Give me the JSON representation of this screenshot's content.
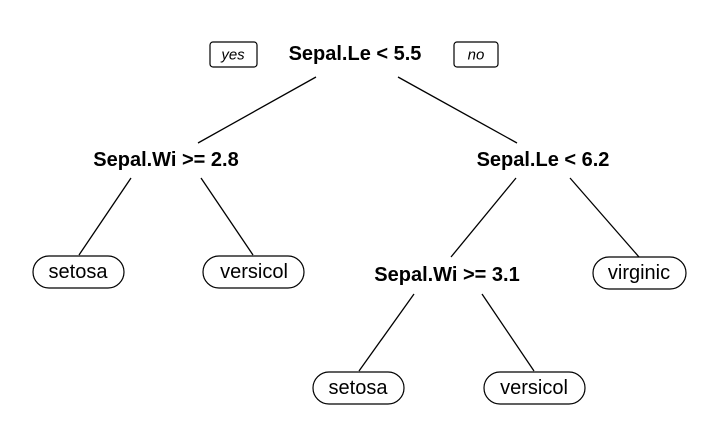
{
  "tree": {
    "root": {
      "label": "Sepal.Le < 5.5",
      "yes_label": "yes",
      "no_label": "no"
    },
    "left_split": {
      "label": "Sepal.Wi >= 2.8",
      "leaf_left": "setosa",
      "leaf_right": "versicol"
    },
    "right_split": {
      "label": "Sepal.Le < 6.2",
      "leaf_right": "virginic"
    },
    "inner_split": {
      "label": "Sepal.Wi >= 3.1",
      "leaf_left": "setosa",
      "leaf_right": "versicol"
    }
  }
}
